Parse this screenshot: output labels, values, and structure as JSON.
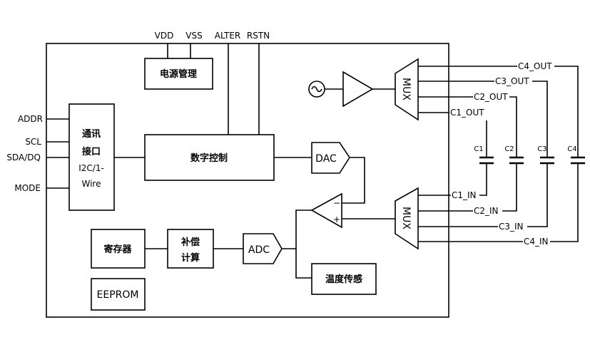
{
  "top_pins": {
    "vdd": "VDD",
    "vss": "VSS",
    "alter": "ALTER",
    "rstn": "RSTN"
  },
  "left_pins": {
    "addr": "ADDR",
    "scl": "SCL",
    "sda": "SDA/DQ",
    "mode": "MODE"
  },
  "blocks": {
    "power": "电源管理",
    "comm_line1": "通讯",
    "comm_line2": "接口",
    "comm_line3": "I2C/1-",
    "comm_line4": "Wire",
    "digital": "数字控制",
    "dac": "DAC",
    "adc": "ADC",
    "register": "寄存器",
    "comp_line1": "补偿",
    "comp_line2": "计算",
    "eeprom": "EEPROM",
    "temp": "温度传感",
    "mux_top": "MUX",
    "mux_bottom": "MUX",
    "minus": "−",
    "plus": "+"
  },
  "outputs": [
    "C1_OUT",
    "C2_OUT",
    "C3_OUT",
    "C4_OUT"
  ],
  "inputs": [
    "C1_IN",
    "C2_IN",
    "C3_IN",
    "C4_IN"
  ],
  "capacitors": [
    "C1",
    "C2",
    "C3",
    "C4"
  ]
}
